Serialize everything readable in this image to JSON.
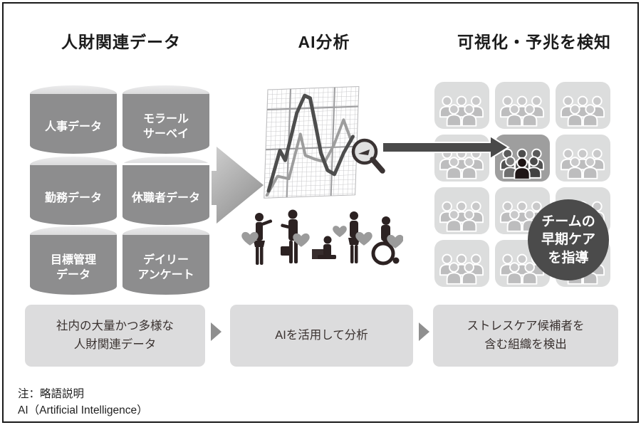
{
  "diagram": {
    "columns": [
      {
        "title": "人財関連データ"
      },
      {
        "title": "AI分析"
      },
      {
        "title": "可視化・予兆を検知"
      }
    ],
    "databases": [
      {
        "label": "人事データ"
      },
      {
        "label": "モラール\nサーベイ"
      },
      {
        "label": "勤務データ"
      },
      {
        "label": "休職者データ"
      },
      {
        "label": "目標管理\nデータ"
      },
      {
        "label": "デイリー\nアンケート"
      }
    ],
    "badge": {
      "label": "チームの\n早期ケア\nを指導"
    },
    "flow_steps": [
      {
        "label": "社内の大量かつ多様な\n人財関連データ"
      },
      {
        "label": "AIを活用して分析"
      },
      {
        "label": "ストレスケア候補者を\n含む組織を検出"
      }
    ],
    "note": {
      "line1": "注：略語説明",
      "line2": "AI（Artificial Intelligence）"
    },
    "team_grid": {
      "rows": 4,
      "cols": 3,
      "highlight_row": 1,
      "highlight_col": 1
    },
    "icons": [
      "database-cylinder-icon",
      "big-flow-arrow-icon",
      "line-chart-icon",
      "magnifier-icon",
      "employees-silhouette-icon",
      "heart-icon",
      "detect-arrow-icon",
      "team-group-icon",
      "flow-triangle-icon"
    ],
    "colors": {
      "cylinder_body": "#8d8d8e",
      "cylinder_cap": "#d9d9da",
      "tile_bg": "#dcdddd",
      "tile_person": "#c0c0c1",
      "highlight_tile_bg": "#9e9e9e",
      "alert_person": "#1e1515",
      "badge_bg": "#4b4b4b",
      "box_bg": "#dcdcdd",
      "dark_arrow": "#4a4a4a",
      "silhouette": "#2c2222",
      "heart": "#9b9b9b",
      "text": "#1c1c1c"
    }
  }
}
